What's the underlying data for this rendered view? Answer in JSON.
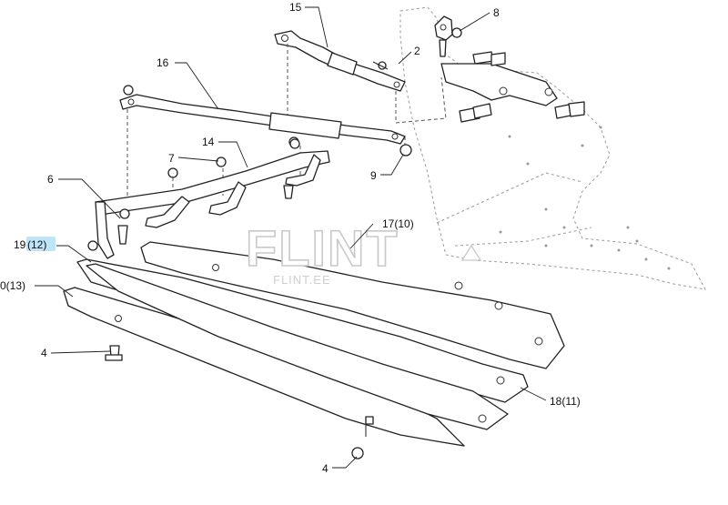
{
  "callouts": {
    "c1": "15",
    "c2": "8",
    "c3": "2",
    "c4": "16",
    "c5": "7",
    "c6": "14",
    "c7": "9",
    "c8": "6",
    "c9": "17(10)",
    "c10_main": "19",
    "c10_highlight": "(12)",
    "c11": "0(13)",
    "c12": "4",
    "c13": "18(11)",
    "c14": "4"
  },
  "watermark": {
    "logo": "FLINT",
    "site": "FLINT.EE"
  },
  "colors": {
    "highlight": "#bfe4f6",
    "line": "#222222"
  }
}
